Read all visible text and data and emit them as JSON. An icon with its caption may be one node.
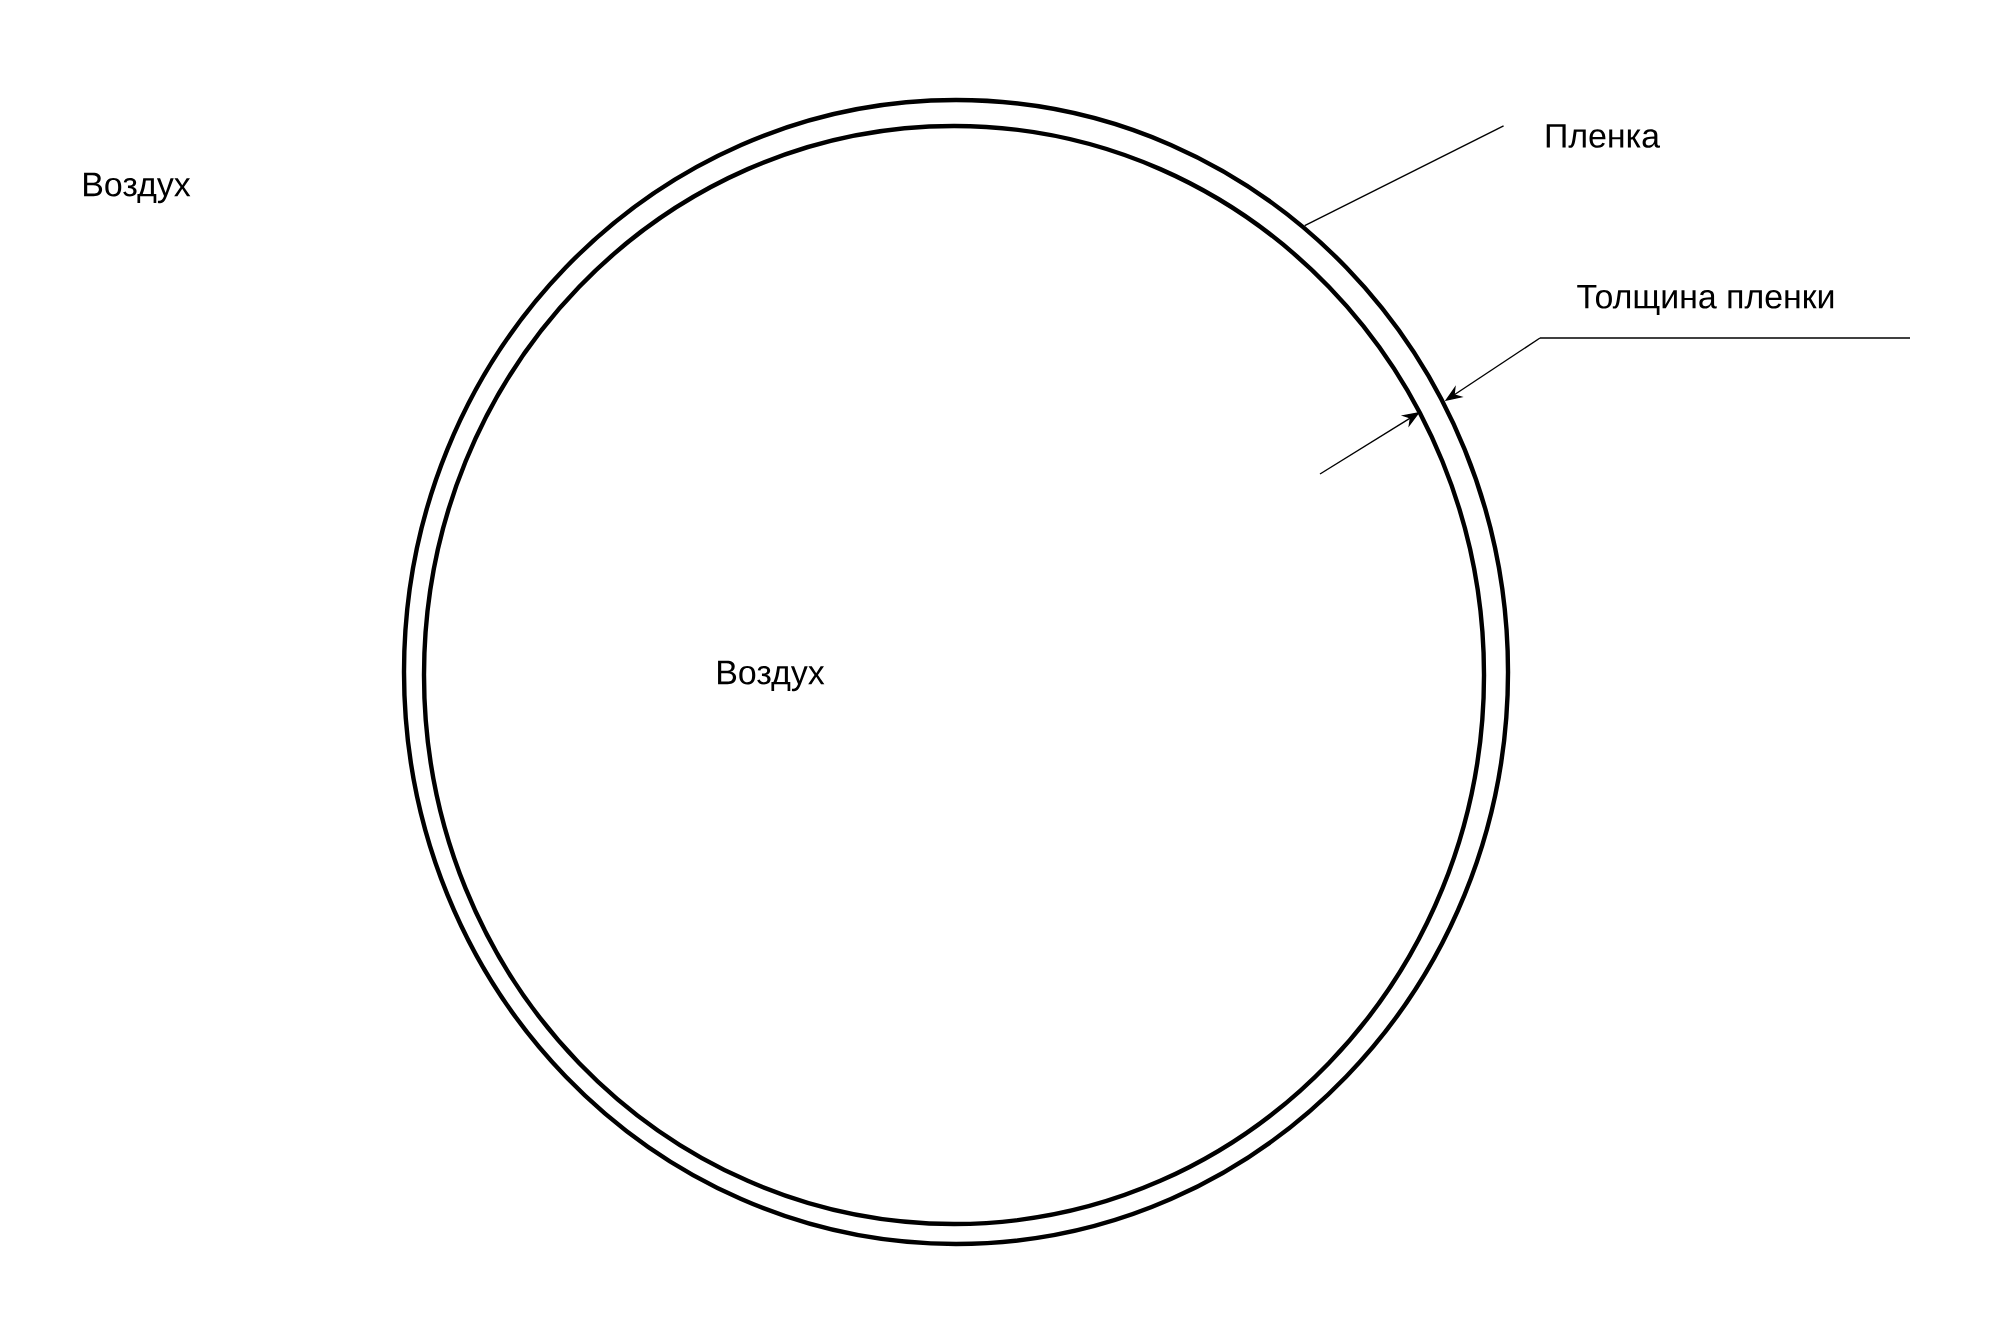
{
  "diagram": {
    "nodes": [
      {
        "text": [
          "Пленка"
        ]
      },
      {
        "text": [],
        "shape": "circle"
      },
      {
        "text": [
          "Толщина пленки"
        ]
      }
    ],
    "edges": [
      {
        "from": 0,
        "to": 1,
        "arrow": "none"
      },
      {
        "from": 2,
        "to": 1,
        "arrow": "to"
      }
    ],
    "labels": [
      "Воздух",
      "Воздух"
    ]
  }
}
